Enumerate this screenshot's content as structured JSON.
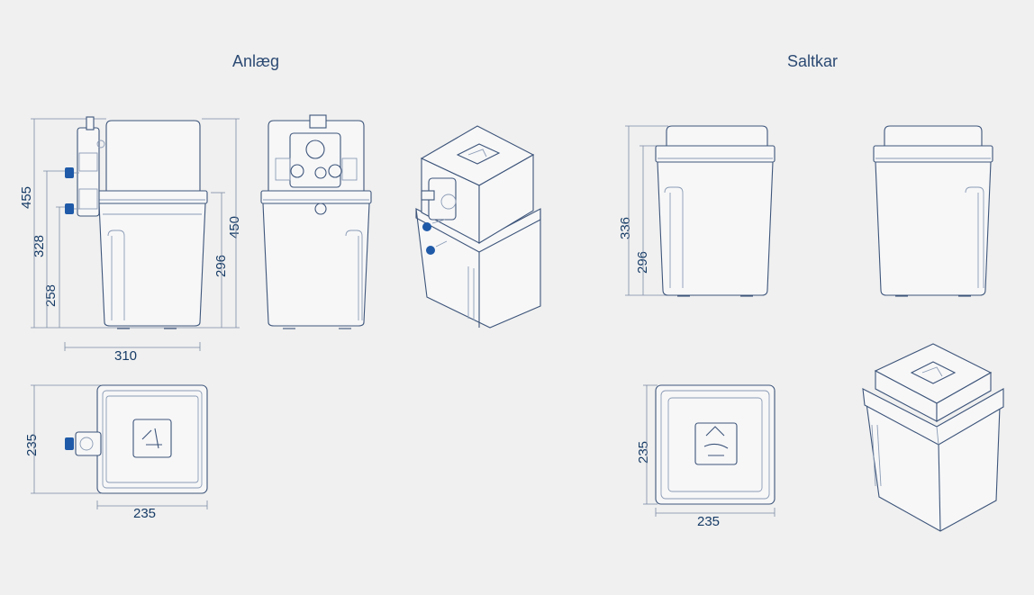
{
  "titles": {
    "left": "Anlæg",
    "right": "Saltkar"
  },
  "dimensions": {
    "front_total_height": "455",
    "front_outlet_height": "328",
    "front_inlet_height": "258",
    "front_width": "310",
    "side_total_height": "450",
    "side_tank_height": "296",
    "top_depth": "235",
    "top_width": "235",
    "salt_total_height": "336",
    "salt_tank_height": "296",
    "salt_top_depth": "235",
    "salt_top_width": "235"
  },
  "colors": {
    "background": "#f0f0f0",
    "line": "#3d557a",
    "text": "#163b66",
    "connector": "#1f5aa8"
  }
}
